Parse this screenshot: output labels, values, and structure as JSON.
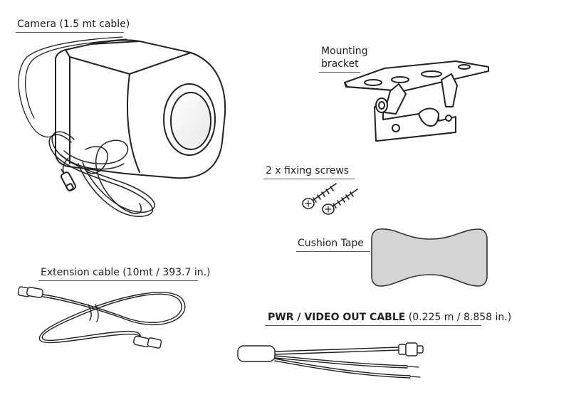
{
  "labels": {
    "camera": "Camera (1.5 mt cable)",
    "bracket_line1": "Mounting",
    "bracket_line2": "bracket",
    "screws": "2 x fixing screws",
    "cushion": "Cushion Tape",
    "extension": "Extension cable (10mt / 393.7 in.)",
    "pwr_bold": "PWR / VIDEO OUT CABLE",
    "pwr_rest": " (0.225 m / 8.858 in.)"
  }
}
